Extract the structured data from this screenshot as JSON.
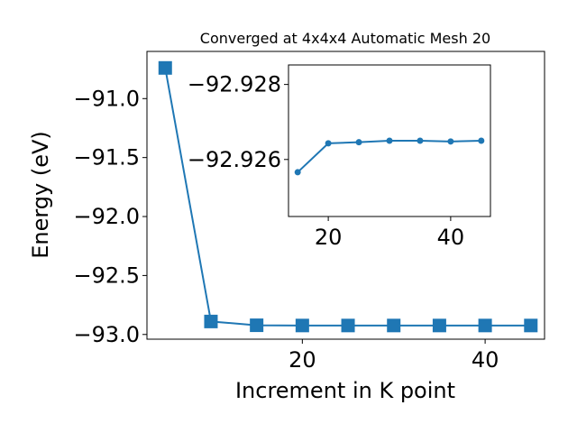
{
  "chart_data": [
    {
      "type": "line",
      "title": "Converged at 4x4x4 Automatic Mesh 20",
      "xlabel": "Increment in K point",
      "ylabel": "Energy (eV)",
      "xlim": [
        3,
        46.5
      ],
      "ylim": [
        -93.04,
        -90.6
      ],
      "xticks": [
        20,
        40
      ],
      "xtick_labels": [
        "20",
        "40"
      ],
      "yticks": [
        -91.0,
        -91.5,
        -92.0,
        -92.5,
        -93.0
      ],
      "ytick_labels": [
        "−91.0",
        "−91.5",
        "−92.0",
        "−92.5",
        "−93.0"
      ],
      "grid": false,
      "marker": "square",
      "color": "#1f77b4",
      "x": [
        5,
        10,
        15,
        20,
        25,
        30,
        35,
        40,
        45
      ],
      "y": [
        -90.74,
        -92.89,
        -92.922,
        -92.924,
        -92.924,
        -92.924,
        -92.924,
        -92.924,
        -92.924
      ]
    },
    {
      "type": "line",
      "title": "",
      "xlabel": "",
      "ylabel": "",
      "xlim": [
        13.5,
        46.5
      ],
      "ylim": [
        -92.92448,
        -92.92852
      ],
      "xticks": [
        20,
        40
      ],
      "xtick_labels": [
        "20",
        "40"
      ],
      "yticks": [
        -92.928,
        -92.926
      ],
      "ytick_labels": [
        "−92.928",
        "−92.926"
      ],
      "grid": false,
      "marker": "circle",
      "color": "#1f77b4",
      "x": [
        15,
        20,
        25,
        30,
        35,
        40,
        45
      ],
      "y": [
        -92.92566,
        -92.92643,
        -92.92646,
        -92.9265,
        -92.9265,
        -92.92648,
        -92.9265
      ]
    }
  ]
}
